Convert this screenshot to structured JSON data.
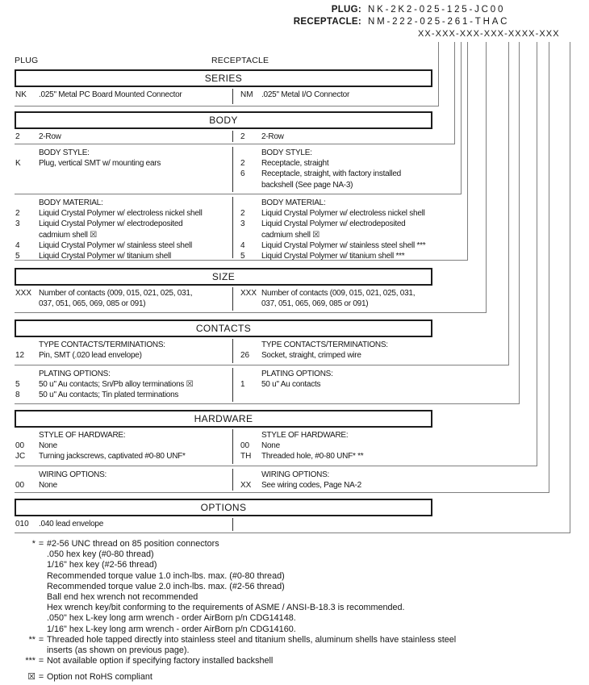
{
  "header": {
    "plug_label": "PLUG:",
    "plug_value": "NK-2K2-025-125-JC00",
    "receptacle_label": "RECEPTACLE:",
    "receptacle_value": "NM-222-025-261-THAC",
    "mask": "XX-XXX-XXX-XXX-XXXX-XXX"
  },
  "columns": {
    "left": "PLUG",
    "right": "RECEPTACLE"
  },
  "sections": [
    {
      "title": "SERIES",
      "blocks": [
        {
          "left": {
            "heading": "",
            "items": [
              {
                "code": "NK",
                "lines": [
                  ".025\" Metal PC Board Mounted Connector"
                ]
              }
            ]
          },
          "right": {
            "heading": "",
            "items": [
              {
                "code": "NM",
                "lines": [
                  ".025\" Metal I/O Connector"
                ]
              }
            ]
          }
        }
      ]
    },
    {
      "title": "BODY",
      "blocks": [
        {
          "left": {
            "heading": "",
            "items": [
              {
                "code": "2",
                "lines": [
                  "2-Row"
                ]
              }
            ]
          },
          "right": {
            "heading": "",
            "items": [
              {
                "code": "2",
                "lines": [
                  "2-Row"
                ]
              }
            ]
          }
        },
        {
          "left": {
            "heading": "BODY STYLE:",
            "items": [
              {
                "code": "K",
                "lines": [
                  "Plug, vertical SMT w/ mounting ears"
                ]
              }
            ]
          },
          "right": {
            "heading": "BODY STYLE:",
            "items": [
              {
                "code": "2",
                "lines": [
                  "Receptacle, straight"
                ]
              },
              {
                "code": "6",
                "lines": [
                  "Receptacle, straight, with factory installed",
                  "backshell (See page NA-3)"
                ]
              }
            ]
          }
        },
        {
          "left": {
            "heading": "BODY MATERIAL:",
            "items": [
              {
                "code": "2",
                "lines": [
                  "Liquid Crystal Polymer w/ electroless nickel shell"
                ]
              },
              {
                "code": "3",
                "lines": [
                  "Liquid Crystal Polymer w/ electrodeposited",
                  "cadmium shell ☒"
                ]
              },
              {
                "code": "4",
                "lines": [
                  "Liquid Crystal Polymer w/ stainless steel shell"
                ]
              },
              {
                "code": "5",
                "lines": [
                  "Liquid Crystal Polymer w/ titanium shell"
                ]
              }
            ]
          },
          "right": {
            "heading": "BODY MATERIAL:",
            "items": [
              {
                "code": "2",
                "lines": [
                  "Liquid Crystal Polymer w/ electroless nickel shell"
                ]
              },
              {
                "code": "3",
                "lines": [
                  "Liquid Crystal Polymer w/ electrodeposited",
                  "cadmium shell ☒"
                ]
              },
              {
                "code": "4",
                "lines": [
                  "Liquid Crystal Polymer w/ stainless steel shell ***"
                ]
              },
              {
                "code": "5",
                "lines": [
                  "Liquid Crystal Polymer w/ titanium shell ***"
                ]
              }
            ]
          }
        }
      ]
    },
    {
      "title": "SIZE",
      "blocks": [
        {
          "left": {
            "heading": "",
            "items": [
              {
                "code": "XXX",
                "lines": [
                  "Number of contacts (009, 015, 021, 025, 031,",
                  "037, 051, 065, 069, 085 or 091)"
                ]
              }
            ]
          },
          "right": {
            "heading": "",
            "items": [
              {
                "code": "XXX",
                "lines": [
                  "Number of contacts (009, 015, 021, 025, 031,",
                  "037, 051, 065, 069,  085 or 091)"
                ]
              }
            ]
          }
        }
      ]
    },
    {
      "title": "CONTACTS",
      "blocks": [
        {
          "left": {
            "heading": "TYPE CONTACTS/TERMINATIONS:",
            "items": [
              {
                "code": "12",
                "lines": [
                  "Pin, SMT (.020 lead envelope)"
                ]
              }
            ]
          },
          "right": {
            "heading": "TYPE CONTACTS/TERMINATIONS:",
            "items": [
              {
                "code": "26",
                "lines": [
                  "Socket, straight, crimped wire"
                ]
              }
            ]
          }
        },
        {
          "left": {
            "heading": "PLATING OPTIONS:",
            "items": [
              {
                "code": "5",
                "lines": [
                  "50 u\" Au contacts; Sn/Pb alloy terminations ☒"
                ]
              },
              {
                "code": "8",
                "lines": [
                  "50 u\" Au contacts; Tin plated terminations"
                ]
              }
            ]
          },
          "right": {
            "heading": "PLATING OPTIONS:",
            "items": [
              {
                "code": "1",
                "lines": [
                  "50 u\" Au contacts"
                ]
              }
            ]
          }
        }
      ]
    },
    {
      "title": "HARDWARE",
      "blocks": [
        {
          "left": {
            "heading": "STYLE OF HARDWARE:",
            "items": [
              {
                "code": "00",
                "lines": [
                  "None"
                ]
              },
              {
                "code": "JC",
                "lines": [
                  "Turning jackscrews, captivated #0-80 UNF*"
                ]
              }
            ]
          },
          "right": {
            "heading": "STYLE OF HARDWARE:",
            "items": [
              {
                "code": "00",
                "lines": [
                  "None"
                ]
              },
              {
                "code": "TH",
                "lines": [
                  "Threaded hole, #0-80 UNF*  **"
                ]
              }
            ]
          }
        },
        {
          "left": {
            "heading": "WIRING OPTIONS:",
            "items": [
              {
                "code": "00",
                "lines": [
                  "None"
                ]
              }
            ]
          },
          "right": {
            "heading": "WIRING OPTIONS:",
            "items": [
              {
                "code": "XX",
                "lines": [
                  "See wiring codes, Page NA-2"
                ]
              }
            ]
          }
        }
      ]
    },
    {
      "title": "OPTIONS",
      "blocks": [
        {
          "left": {
            "heading": "",
            "items": [
              {
                "code": "010",
                "lines": [
                  ".040 lead envelope"
                ]
              }
            ]
          },
          "right": {
            "heading": "",
            "items": []
          }
        }
      ]
    }
  ],
  "footnotes": [
    {
      "marker": "*",
      "gap_before": false,
      "lines": [
        "#2-56 UNC thread on 85 position connectors",
        ".050 hex key (#0-80 thread)",
        "1/16\" hex key (#2-56 thread)",
        "Recommended torque value 1.0 inch-lbs. max. (#0-80 thread)",
        "Recommended torque value 2.0 inch-lbs. max. (#2-56 thread)",
        "Ball end hex wrench not recommended",
        "Hex wrench key/bit conforming to the requirements of ASME / ANSI-B-18.3 is recommended.",
        ".050\" hex L-key long arm wrench - order AirBorn p/n CDG14148.",
        "1/16\" hex L-key long arm wrench - order AirBorn p/n CDG14160."
      ]
    },
    {
      "marker": "**",
      "gap_before": false,
      "lines": [
        "Threaded hole tapped directly into stainless steel and titanium shells, aluminum shells have stainless steel",
        "inserts (as shown on previous page)."
      ]
    },
    {
      "marker": "***",
      "gap_before": false,
      "lines": [
        "Not available option if specifying factory installed backshell"
      ]
    },
    {
      "marker": "☒",
      "gap_before": true,
      "lines": [
        "Option not RoHS compliant"
      ]
    }
  ]
}
